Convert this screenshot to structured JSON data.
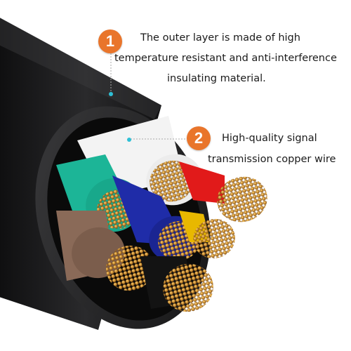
{
  "callouts": [
    {
      "number": "1",
      "lines": [
        "The outer layer is made of high",
        "temperature resistant and anti-interference",
        "insulating material."
      ]
    },
    {
      "number": "2",
      "lines": [
        "High-quality signal",
        "transmission copper wire"
      ]
    }
  ],
  "colors": {
    "badge": "#e9752b",
    "indicator_dot": "#2ec0d6",
    "jacket": "#1c1c1e",
    "wire_insulation": [
      "#f2f2f2",
      "#e31b1b",
      "#1bb598",
      "#1f2ca8",
      "#8a6a58",
      "#e8b800",
      "#111111"
    ],
    "copper": "#d08a2a"
  },
  "image": {
    "subject": "cable cross-section"
  }
}
